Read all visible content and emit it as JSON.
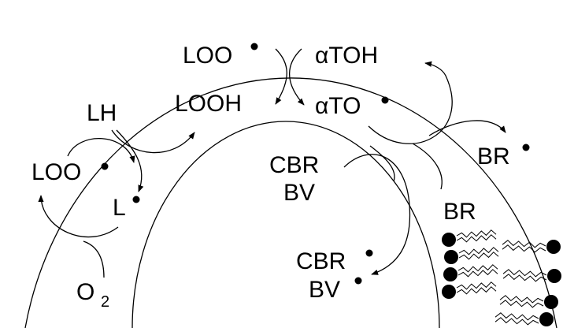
{
  "labels": {
    "loo_top": "LOO",
    "atoh": "αTOH",
    "lh": "LH",
    "looh": "LOOH",
    "ato": "αTO",
    "loo_left": "LOO",
    "l": "L",
    "cbr_top": "CBR",
    "bv_top": "BV",
    "br_right": "BR",
    "br_lipid": "BR",
    "cbr_bottom": "CBR",
    "bv_bottom": "BV",
    "o2_main": "O",
    "o2_sub": "2"
  },
  "colors": {
    "ink": "#000000",
    "background": "#ffffff"
  }
}
